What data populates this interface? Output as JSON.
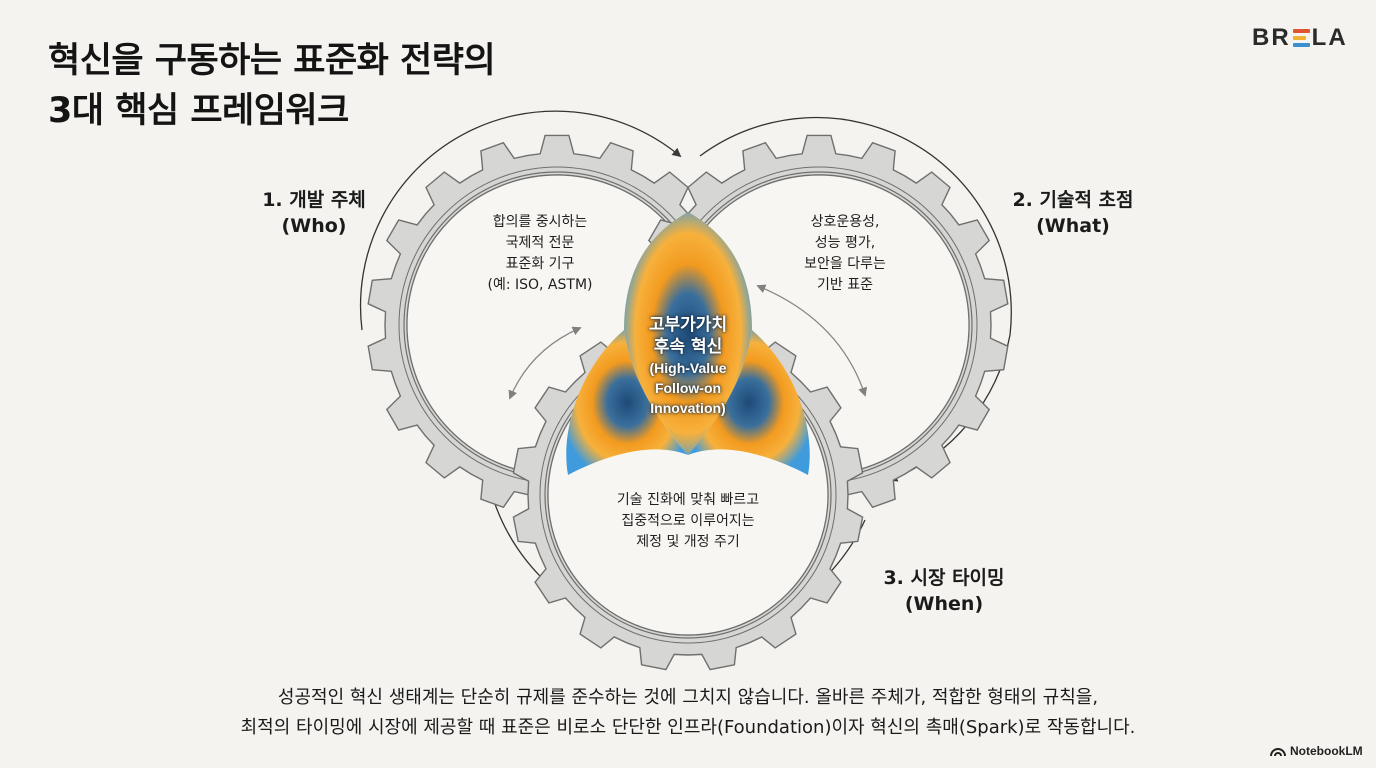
{
  "title": {
    "line1": "혁신을 구동하는 표준화 전략의",
    "line2": "3대 핵심 프레임워크"
  },
  "brand": {
    "prefix": "BR",
    "suffix": "LA",
    "bar_colors": [
      "#e0542f",
      "#f2b231",
      "#3a8fd0"
    ]
  },
  "gears": [
    {
      "label_line1": "1. 개발 주체",
      "label_line2": "(Who)",
      "desc": [
        "합의를 중시하는",
        "국제적 전문",
        "표준화 기구",
        "(예: ISO, ASTM)"
      ]
    },
    {
      "label_line1": "2. 기술적 초점",
      "label_line2": "(What)",
      "desc": [
        "상호운용성,",
        "성능 평가,",
        "보안을 다루는",
        "기반 표준"
      ]
    },
    {
      "label_line1": "3. 시장 타이밍",
      "label_line2": "(When)",
      "desc": [
        "기술 진화에 맞춰 빠르고",
        "집중적으로 이루어지는",
        "제정 및 개정 주기"
      ]
    }
  ],
  "center": {
    "ko_line1": "고부가가치",
    "ko_line2": "후속 혁신",
    "en_line1": "(High-Value",
    "en_line2": "Follow-on",
    "en_line3": "Innovation)"
  },
  "colors": {
    "gear_fill": "#d6d6d4",
    "gear_stroke": "#6f6f6d",
    "center_orange": "#f29a1f",
    "center_blue": "#3f9bdc"
  },
  "footer": {
    "line1": "성공적인 혁신 생태계는 단순히 규제를 준수하는 것에 그치지 않습니다. 올바른 주체가, 적합한 형태의 규칙을,",
    "line2": "최적의 타이밍에 시장에 제공할 때 표준은 비로소 단단한 인프라(Foundation)이자 혁신의 촉매(Spark)로 작동합니다."
  },
  "watermark": "NotebookLM"
}
